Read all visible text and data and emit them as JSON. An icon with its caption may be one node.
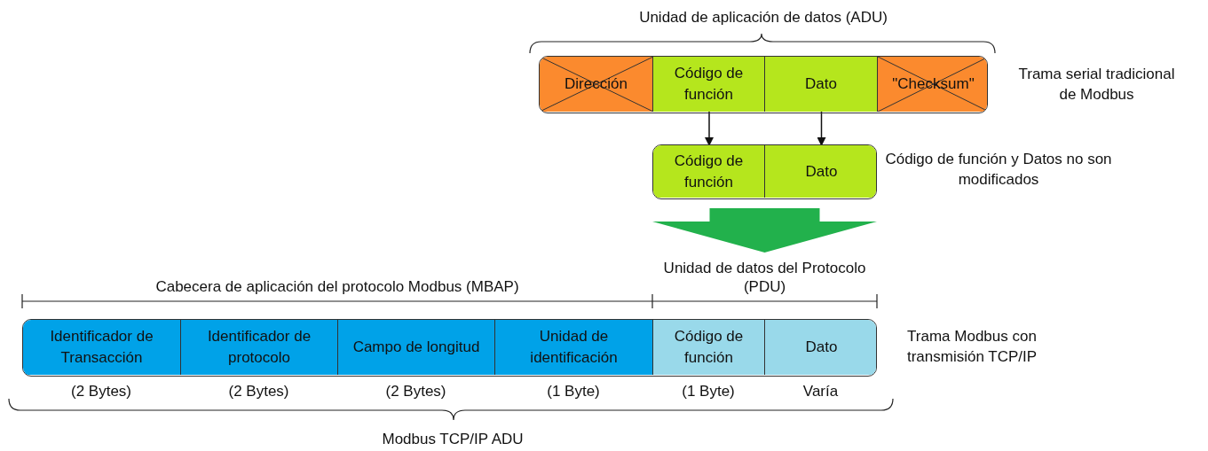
{
  "diagram": {
    "nodes": [
      {
        "text": [],
        "shape": "box",
        "beside": [
          "Trama serial tradicional de Modbus"
        ]
      },
      {
        "text": [
          "Dirección"
        ],
        "in": 0
      },
      {
        "text": [
          "Código de función"
        ],
        "in": 0
      },
      {
        "text": [
          "Dato"
        ],
        "in": 0
      },
      {
        "text": [
          "\"Checksum\""
        ],
        "in": 0
      },
      {
        "text": [],
        "shape": "box",
        "beside": [
          "Código de función y Datos no son modificados"
        ]
      },
      {
        "text": [
          "Código de función"
        ],
        "in": 5
      },
      {
        "text": [
          "Dato"
        ],
        "in": 5
      },
      {
        "text": [],
        "shape": "box",
        "beside": [
          "Trama Modbus con transmisión TCP/IP"
        ]
      },
      {
        "text": [
          "Identificador de Transacción"
        ],
        "in": 8
      },
      {
        "text": [
          "Identificador de protocolo"
        ],
        "in": 8
      },
      {
        "text": [
          "Campo de longitud"
        ],
        "in": 8
      },
      {
        "text": [
          "Unidad de identificación"
        ],
        "in": 8
      },
      {
        "text": [
          "Código de función"
        ],
        "in": 8
      },
      {
        "text": [
          "Dato"
        ],
        "in": 8
      }
    ],
    "edges": [
      {
        "from": 2,
        "to": 6,
        "arrow": "to"
      },
      {
        "from": 3,
        "to": 7,
        "arrow": "to"
      },
      {
        "from": 5,
        "to": 8,
        "arrow": "to",
        "style": "thick",
        "color": "#22b14c"
      }
    ],
    "labels": [
      "Unidad de aplicación de datos (ADU)",
      "Cabecera de aplicación del protocolo Modbus (MBAP)",
      "Unidad de datos del Protocolo (PDU)",
      "(2 Bytes)",
      "(2 Bytes)",
      "(2 Bytes)",
      "(1 Byte)",
      "(1 Byte)",
      "Varía",
      "Modbus TCP/IP ADU"
    ]
  }
}
